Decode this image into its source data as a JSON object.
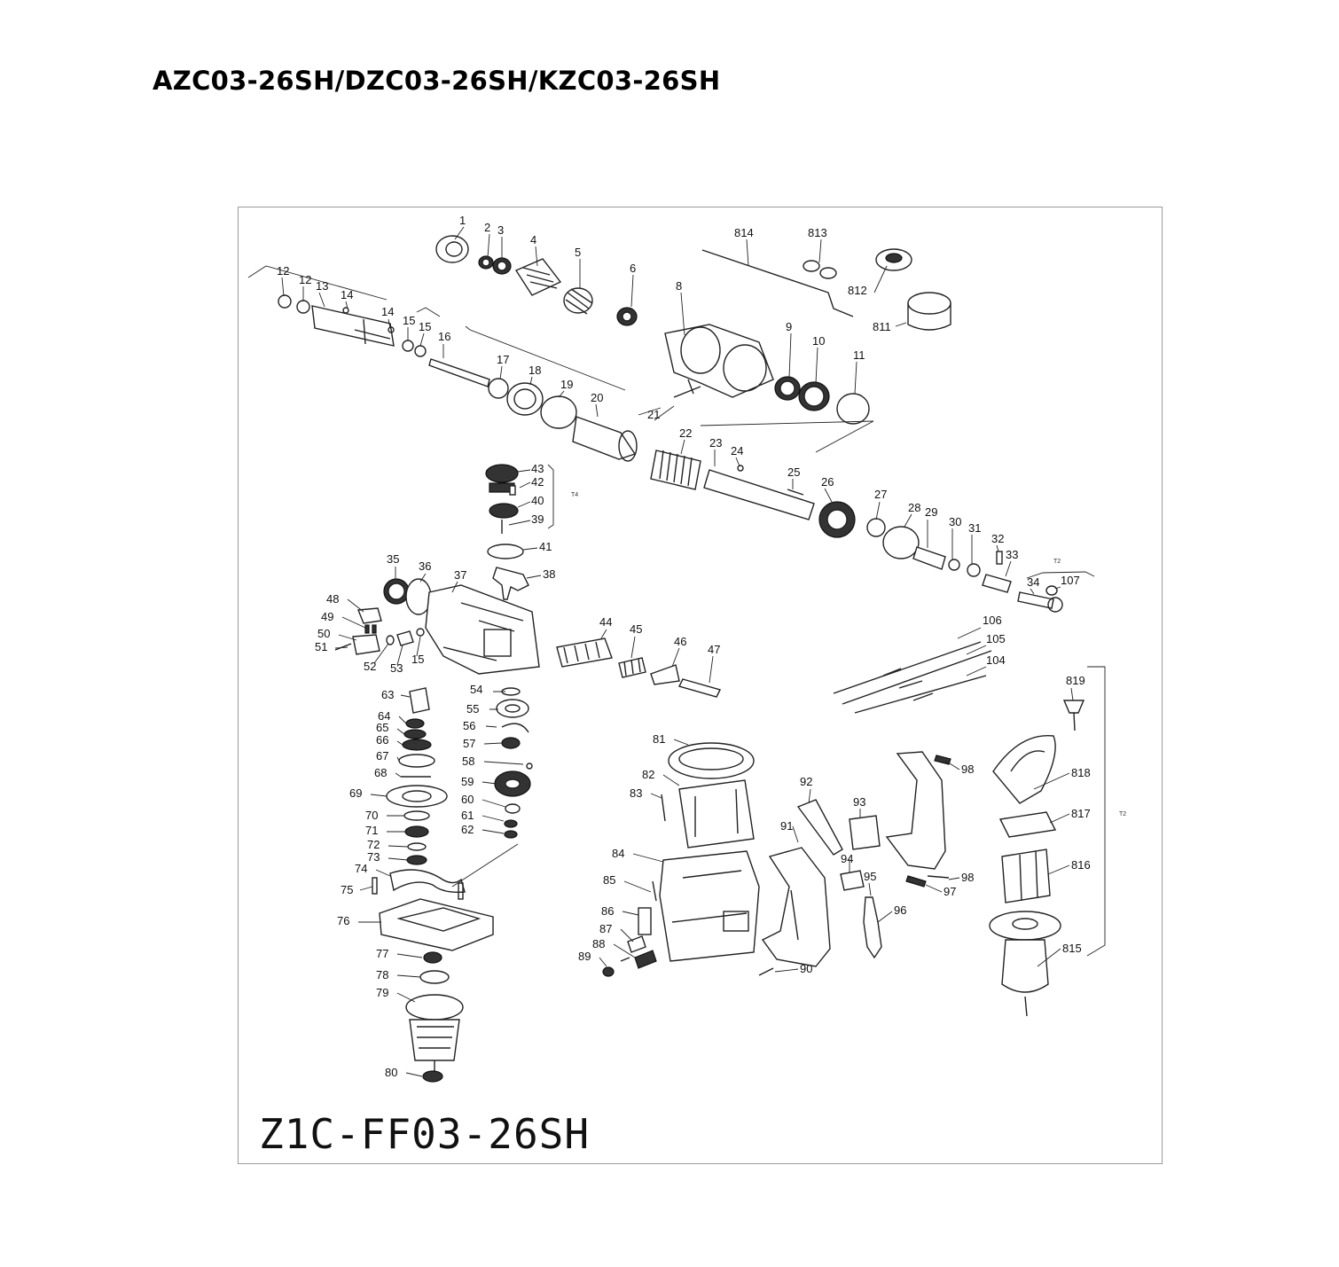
{
  "header": {
    "title": "AZC03-26SH/DZC03-26SH/KZC03-26SH"
  },
  "footer": {
    "model_code": "Z1C-FF03-26SH"
  },
  "diagram": {
    "bracket_labels": {
      "t4": "T4",
      "t2_top": "T2",
      "t2_side": "T2"
    },
    "part_numbers": [
      "1",
      "2",
      "3",
      "4",
      "5",
      "6",
      "8",
      "814",
      "813",
      "812",
      "811",
      "9",
      "10",
      "11",
      "12",
      "12",
      "13",
      "14",
      "14",
      "15",
      "15",
      "16",
      "17",
      "18",
      "19",
      "20",
      "21",
      "22",
      "23",
      "24",
      "25",
      "26",
      "27",
      "28",
      "29",
      "30",
      "31",
      "32",
      "33",
      "34",
      "107",
      "43",
      "42",
      "40",
      "39",
      "41",
      "38",
      "35",
      "36",
      "37",
      "48",
      "49",
      "50",
      "51",
      "52",
      "53",
      "15",
      "44",
      "45",
      "46",
      "47",
      "106",
      "105",
      "104",
      "54",
      "55",
      "56",
      "57",
      "58",
      "59",
      "60",
      "61",
      "62",
      "63",
      "64",
      "65",
      "66",
      "67",
      "68",
      "69",
      "70",
      "71",
      "72",
      "73",
      "74",
      "75",
      "76",
      "77",
      "78",
      "79",
      "80",
      "81",
      "82",
      "83",
      "84",
      "85",
      "86",
      "87",
      "88",
      "89",
      "90",
      "91",
      "92",
      "93",
      "94",
      "95",
      "96",
      "97",
      "98",
      "98",
      "819",
      "818",
      "817",
      "816",
      "815"
    ]
  }
}
